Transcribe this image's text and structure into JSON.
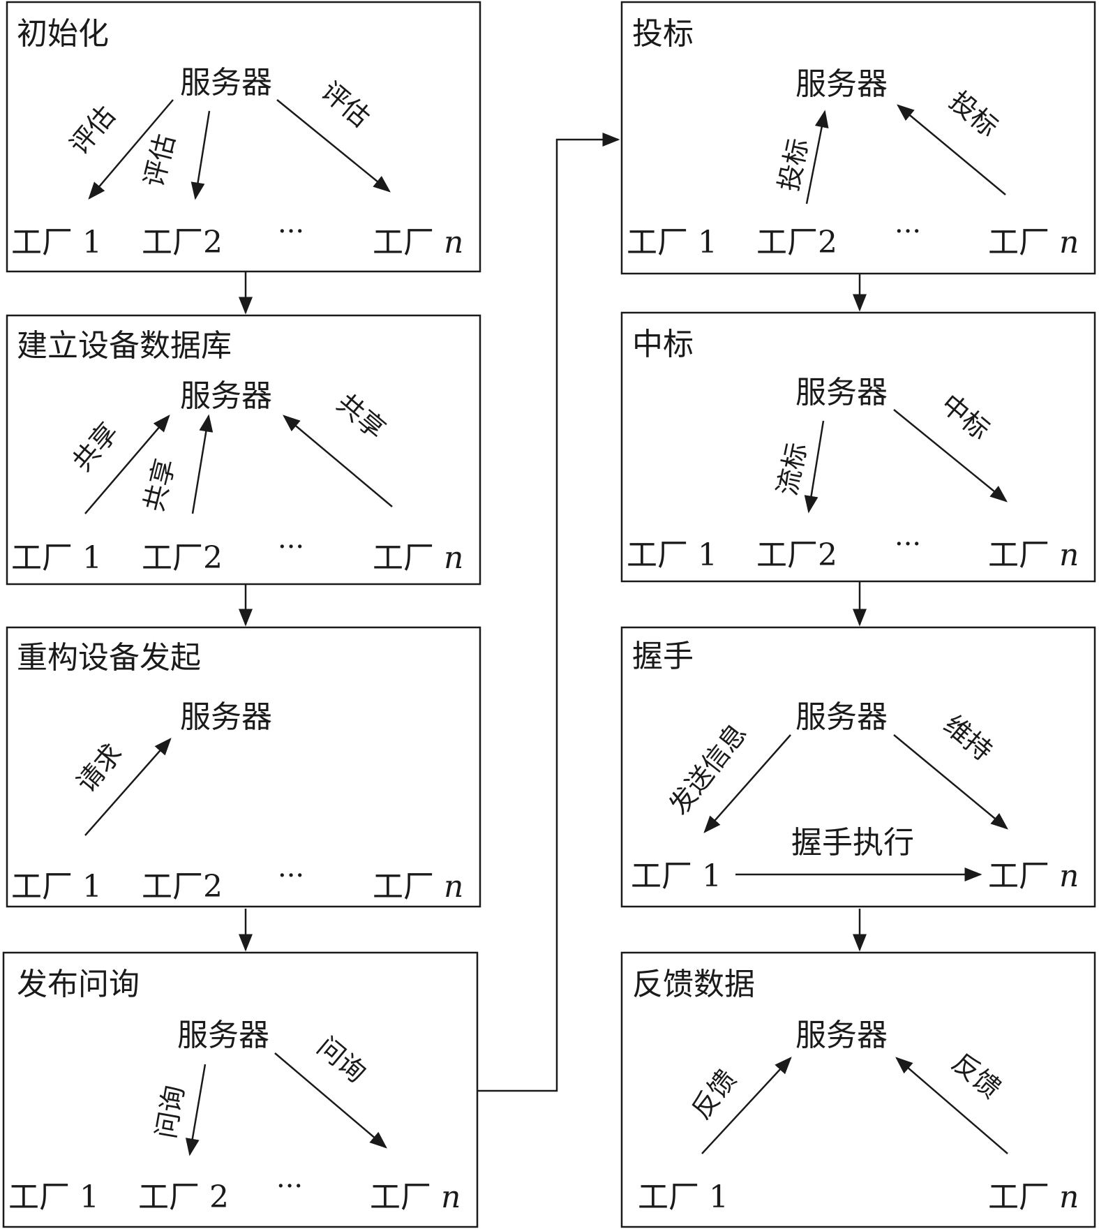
{
  "server_label": "服务器",
  "factory_label": "工厂",
  "factory_1_num": "1",
  "factory_2_num": "2",
  "factory_n_num": "n",
  "ellipsis": "···",
  "steps": [
    {
      "title": "初始化",
      "edges": [
        "评估",
        "评估",
        "评估"
      ]
    },
    {
      "title": "建立设备数据库",
      "edges": [
        "共享",
        "共享",
        "共享"
      ]
    },
    {
      "title": "重构设备发起",
      "edges": [
        "请求"
      ]
    },
    {
      "title": "发布问询",
      "edges": [
        "问询",
        "问询"
      ]
    },
    {
      "title": "投标",
      "edges": [
        "投标",
        "投标"
      ]
    },
    {
      "title": "中标",
      "edges": [
        "流标",
        "中标"
      ]
    },
    {
      "title": "握手",
      "edges": [
        "发送信息",
        "维持",
        "握手执行"
      ]
    },
    {
      "title": "反馈数据",
      "edges": [
        "反馈",
        "反馈"
      ]
    }
  ]
}
